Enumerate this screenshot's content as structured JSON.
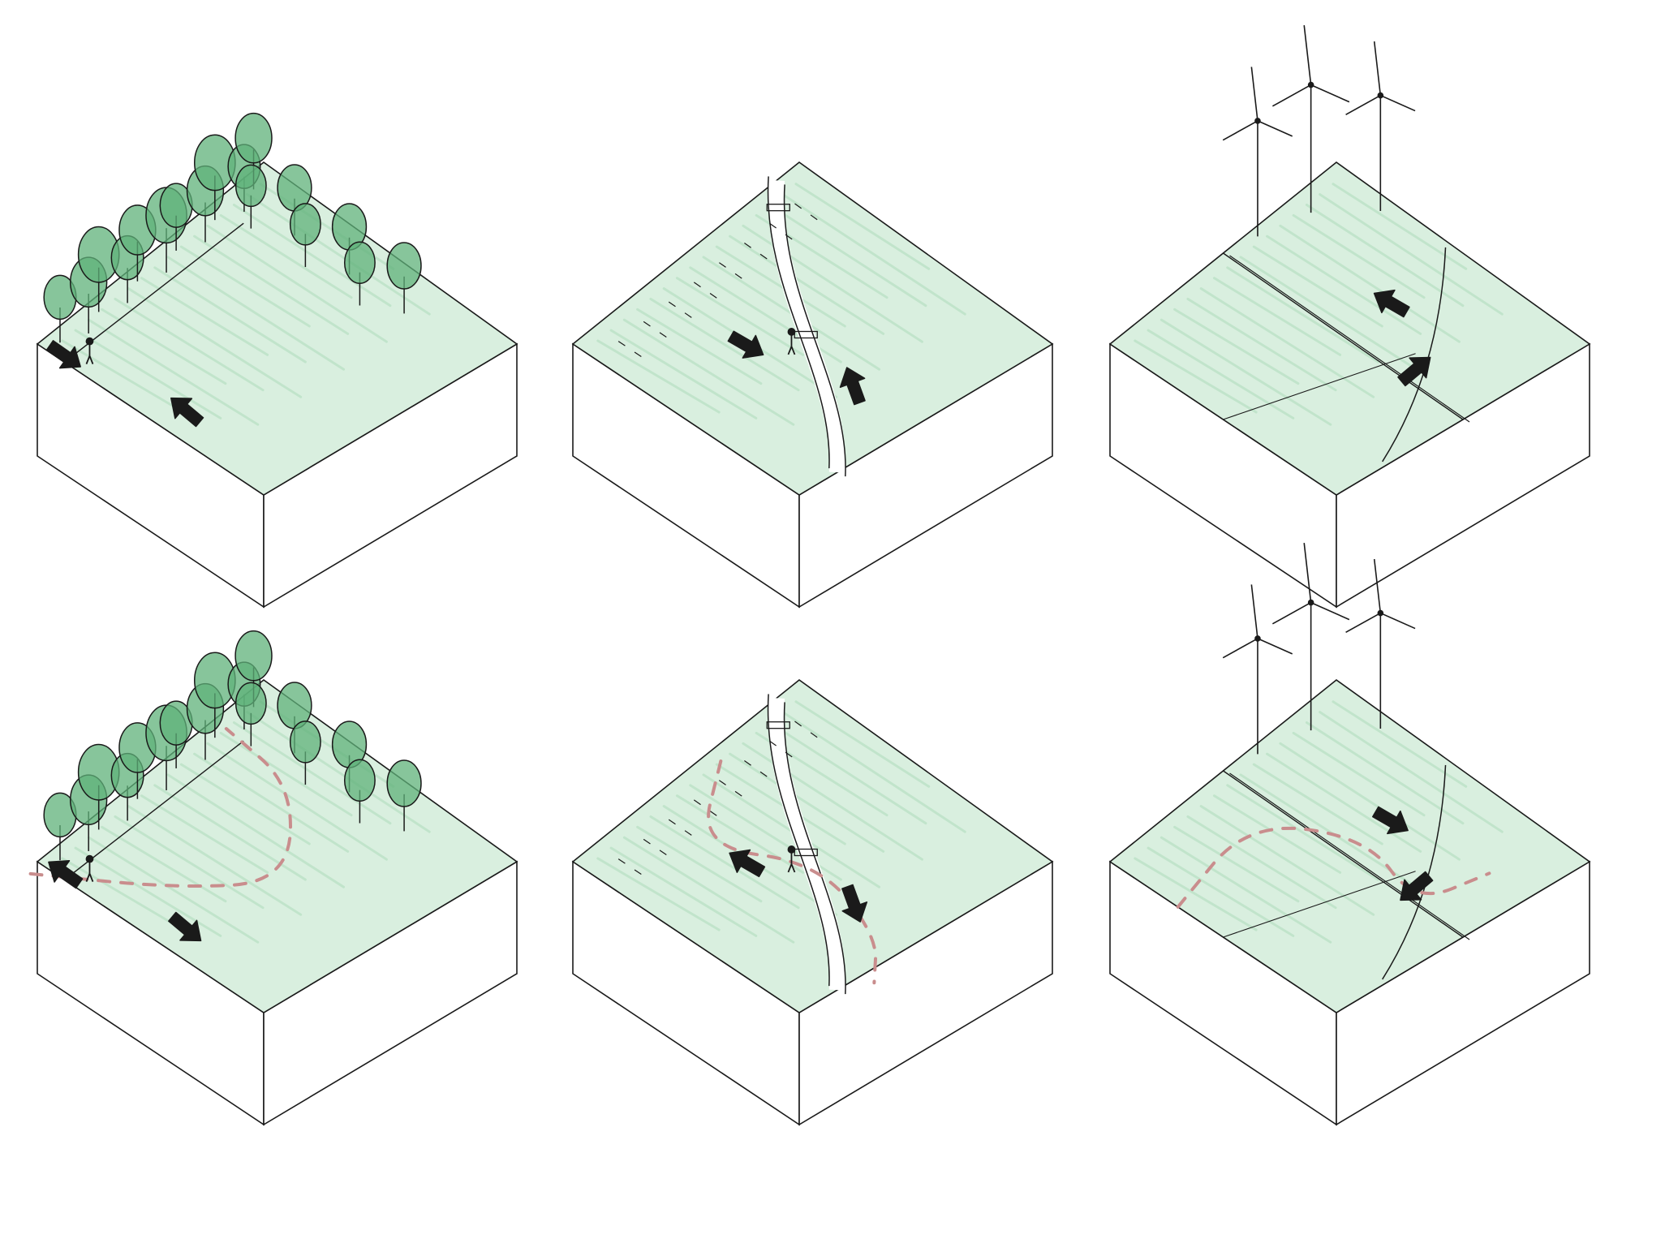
{
  "colors": {
    "background": "#ffffff",
    "ground": "#d9efdf",
    "ground_stroke": "#bfe3c9",
    "tree_fill": "#5fb27a",
    "ink": "#1a1a1a",
    "route": "#c98d8d"
  },
  "panels": [
    {
      "id": "forest-before",
      "scene": "forest",
      "route": false,
      "arrows": 2,
      "walkers": 1
    },
    {
      "id": "river-before",
      "scene": "river",
      "route": false,
      "arrows": 2,
      "walkers": 1
    },
    {
      "id": "windfarm-before",
      "scene": "windfarm",
      "route": false,
      "arrows": 2,
      "walkers": 0
    },
    {
      "id": "forest-after",
      "scene": "forest",
      "route": true,
      "arrows": 2,
      "walkers": 1
    },
    {
      "id": "river-after",
      "scene": "river",
      "route": true,
      "arrows": 2,
      "walkers": 1
    },
    {
      "id": "windfarm-after",
      "scene": "windfarm",
      "route": true,
      "arrows": 2,
      "walkers": 0
    }
  ]
}
